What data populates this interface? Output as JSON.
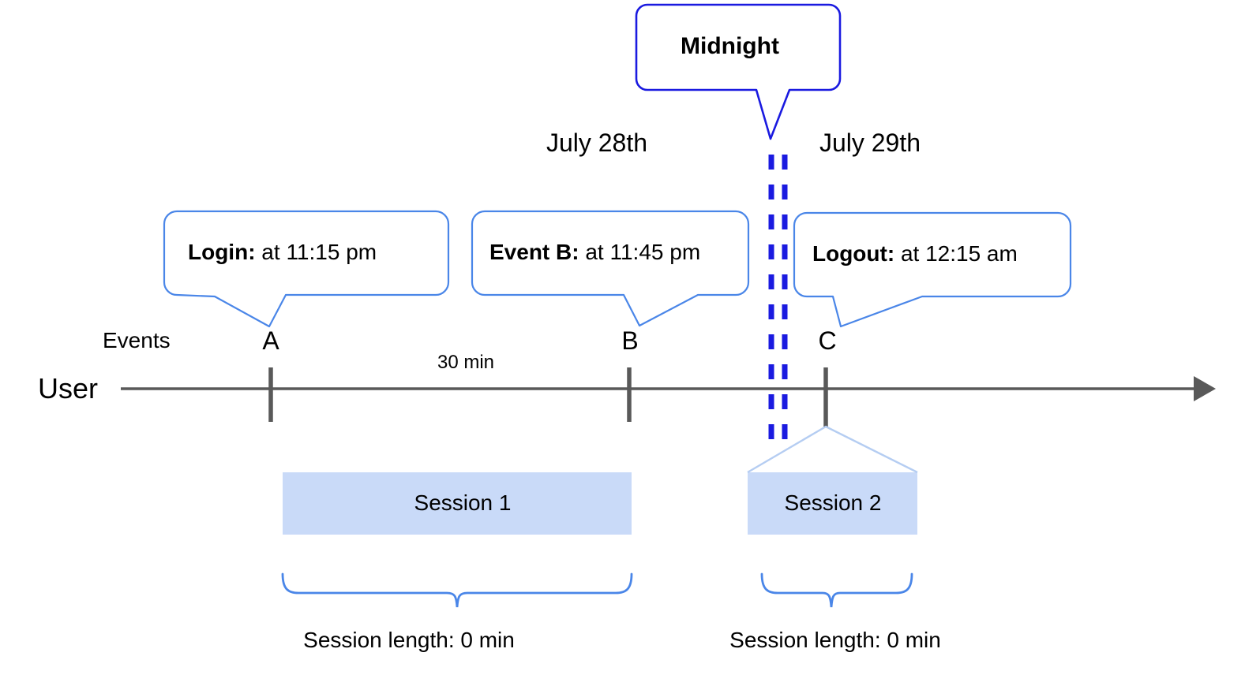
{
  "diagram": {
    "title_callout": {
      "label": "Midnight",
      "border_color": "#1a1ae0"
    },
    "dates": [
      {
        "label": "July 28th"
      },
      {
        "label": "July 29th"
      }
    ],
    "axis": {
      "row_label": "User",
      "events_label": "Events",
      "line_color": "#595959",
      "arrow": "arrow-right"
    },
    "events": [
      {
        "letter": "A",
        "callout_bold": "Login:",
        "callout_rest": " at 11:15 pm"
      },
      {
        "letter": "B",
        "callout_bold": "Event B:",
        "callout_rest": " at 11:45 pm"
      },
      {
        "letter": "C",
        "callout_bold": "Logout:",
        "callout_rest": " at 12:15 am"
      }
    ],
    "gap_label": "30 min",
    "midnight_divider": {
      "color": "#1a1ae0",
      "style": "double-dashed-vertical"
    },
    "sessions": [
      {
        "label": "Session 1",
        "fill": "#c9daf8",
        "length_label": "Session length: 0 min"
      },
      {
        "label": "Session 2",
        "fill": "#c9daf8",
        "length_label": "Session length: 0 min"
      }
    ],
    "callout_border_color": "#4a86e8",
    "brace_color": "#4a86e8"
  }
}
